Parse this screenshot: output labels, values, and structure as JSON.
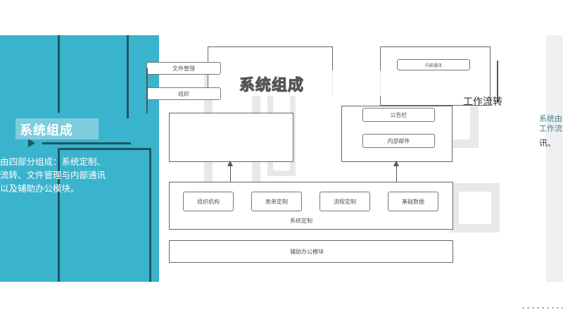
{
  "left_panel": {
    "title": "系统组成",
    "description": "由四部分组成：系统定制、流转、文件管理与内部通讯以及辅助办公模块。"
  },
  "diagram": {
    "heading": "系统组成",
    "side_label": "工作流转",
    "top_left_chips": [
      "文件管理",
      "组织"
    ],
    "top_right_chips": [
      "内部通讯",
      "公告栏",
      "内部邮件"
    ],
    "core_chips": [
      "组织机构",
      "表单定制",
      "流程定制",
      "基础数据"
    ],
    "core_label": "系统定制",
    "bottom_label": "辅助办公模块"
  },
  "right_panel": {
    "text_lines": [
      "系统由",
      "工作流",
      "讯、"
    ]
  },
  "colors": {
    "accent": "#3ab3cc",
    "line": "#1c5663"
  }
}
